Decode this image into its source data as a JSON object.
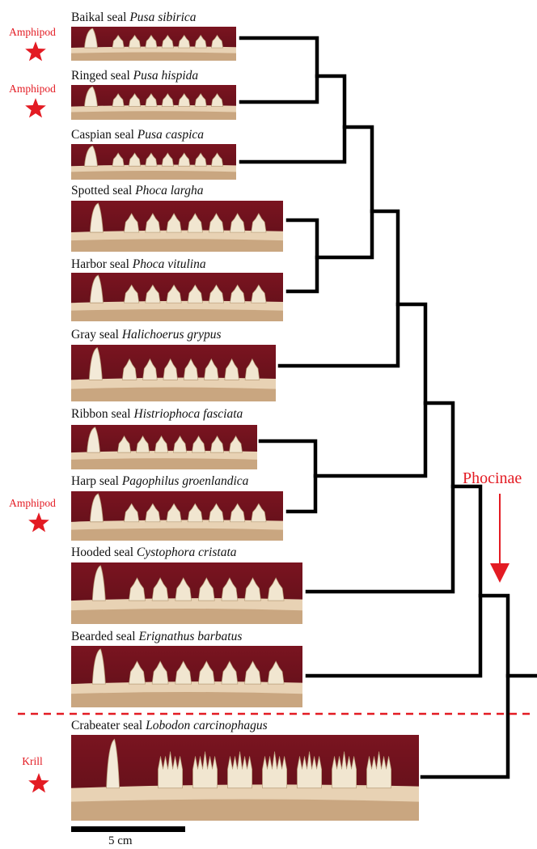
{
  "species": [
    {
      "common": "Baikal seal",
      "latin": "Pusa sibirica",
      "diet": "Amphipod"
    },
    {
      "common": "Ringed seal",
      "latin": "Pusa hispida",
      "diet": "Amphipod"
    },
    {
      "common": "Caspian seal",
      "latin": "Pusa caspica",
      "diet": ""
    },
    {
      "common": "Spotted seal",
      "latin": "Phoca largha",
      "diet": ""
    },
    {
      "common": "Harbor seal",
      "latin": "Phoca vitulina",
      "diet": ""
    },
    {
      "common": "Gray seal",
      "latin": "Halichoerus grypus",
      "diet": ""
    },
    {
      "common": "Ribbon seal",
      "latin": "Histriophoca fasciata",
      "diet": ""
    },
    {
      "common": "Harp seal",
      "latin": "Pagophilus groenlandica",
      "diet": "Amphipod"
    },
    {
      "common": "Hooded seal",
      "latin": "Cystophora cristata",
      "diet": ""
    },
    {
      "common": "Bearded seal",
      "latin": "Erignathus barbatus",
      "diet": ""
    },
    {
      "common": "Crabeater seal",
      "latin": "Lobodon carcinophagus",
      "diet": "Krill"
    }
  ],
  "clade_label": "Phocinae",
  "scale_bar_label": "5 cm",
  "colors": {
    "tree": "#000000",
    "accent": "#e31b23"
  }
}
